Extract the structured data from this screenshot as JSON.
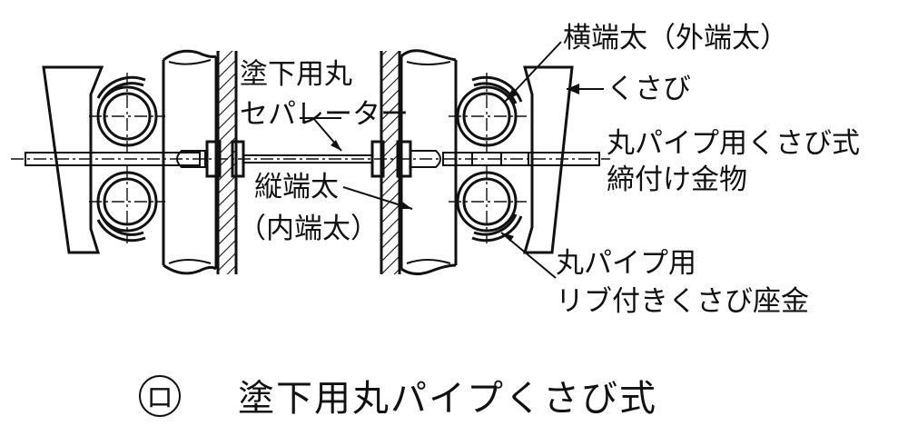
{
  "labels": {
    "separator_line1": "塗下用丸",
    "separator_line2": "セパレーター",
    "horizontal_pipe": "横端太（外端太）",
    "wedge": "くさび",
    "fitting_line1": "丸パイプ用くさび式",
    "fitting_line2": "締付け金物",
    "vertical_pipe_line1": "縦端太",
    "vertical_pipe_line2": "（内端太）",
    "washer_line1": "丸パイプ用",
    "washer_line2": "リブ付きくさび座金"
  },
  "caption": {
    "marker": "ロ",
    "title": "塗下用丸パイプくさび式"
  }
}
